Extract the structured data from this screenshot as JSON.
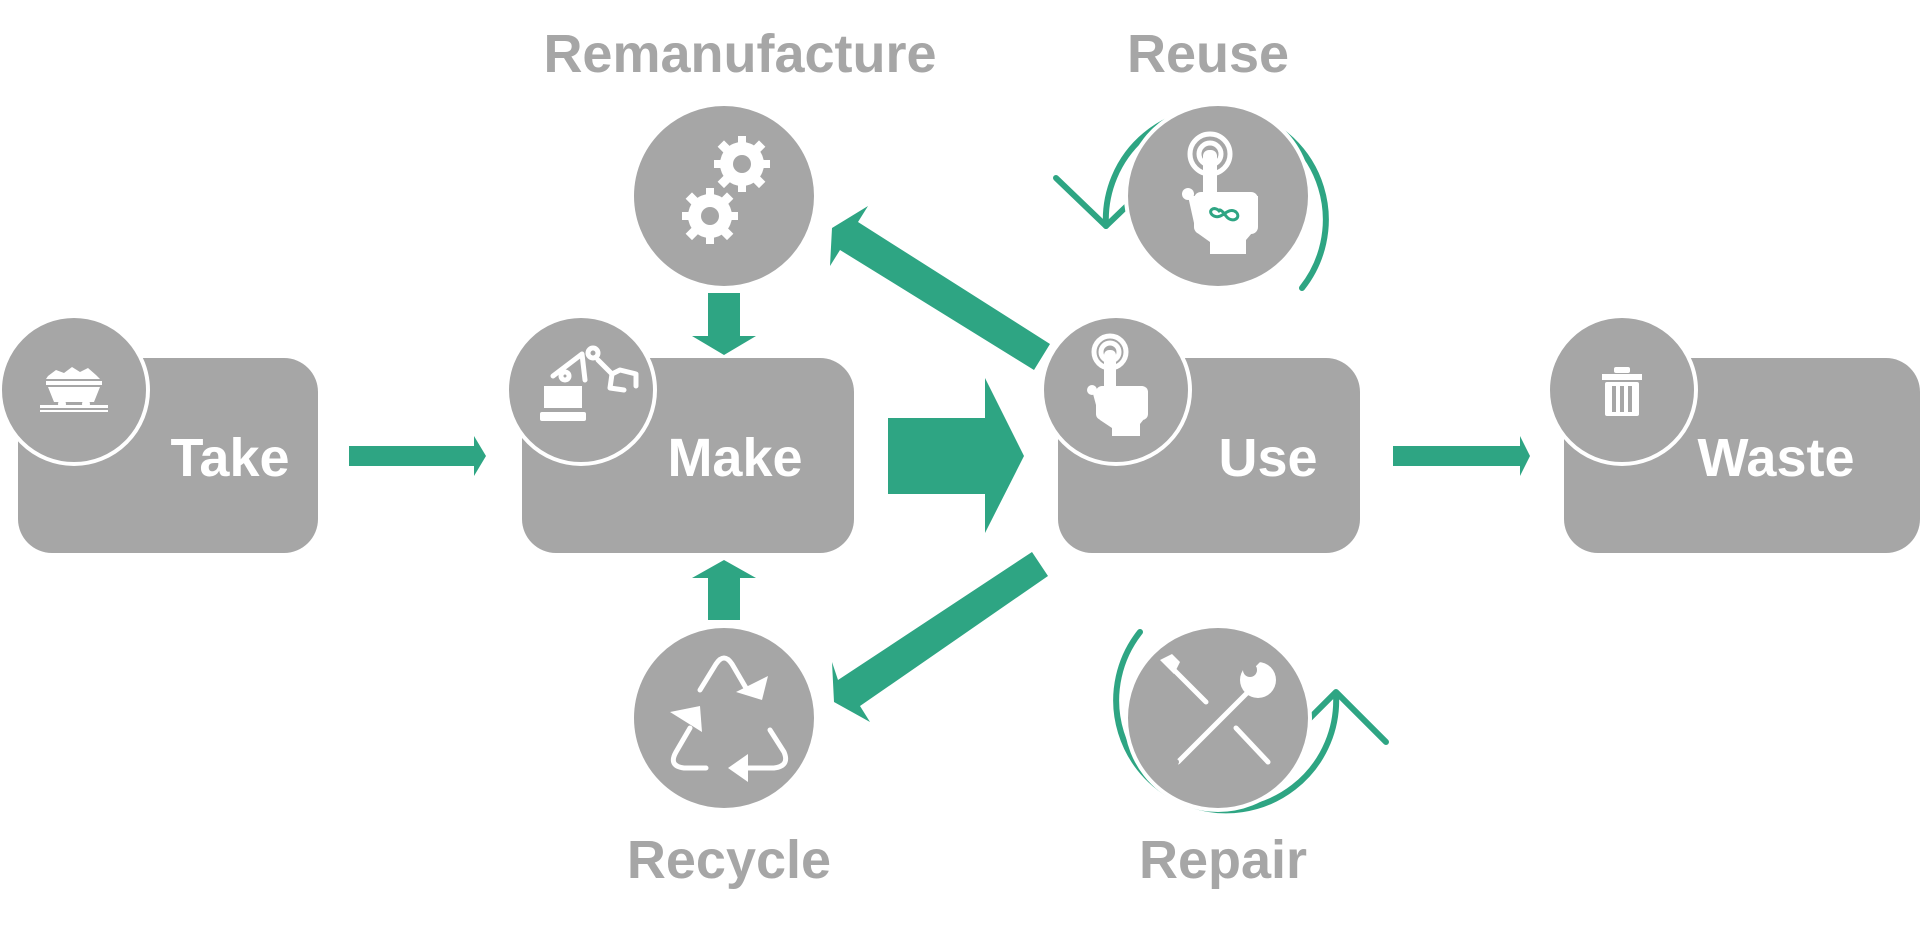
{
  "stages": {
    "take": "Take",
    "make": "Make",
    "use": "Use",
    "waste": "Waste"
  },
  "loops": {
    "remanufacture": "Remanufacture",
    "reuse": "Reuse",
    "recycle": "Recycle",
    "repair": "Repair"
  },
  "colors": {
    "accent": "#2ea583",
    "node": "#a6a6a6",
    "text": "#ffffff"
  },
  "icons": {
    "take": "ore-cart-icon",
    "make": "robot-arm-icon",
    "use": "touch-hand-icon",
    "waste": "trash-bin-icon",
    "remanufacture": "gears-icon",
    "reuse": "touch-hand-infinity-icon",
    "recycle": "recycle-icon",
    "repair": "wrench-screwdriver-icon"
  }
}
